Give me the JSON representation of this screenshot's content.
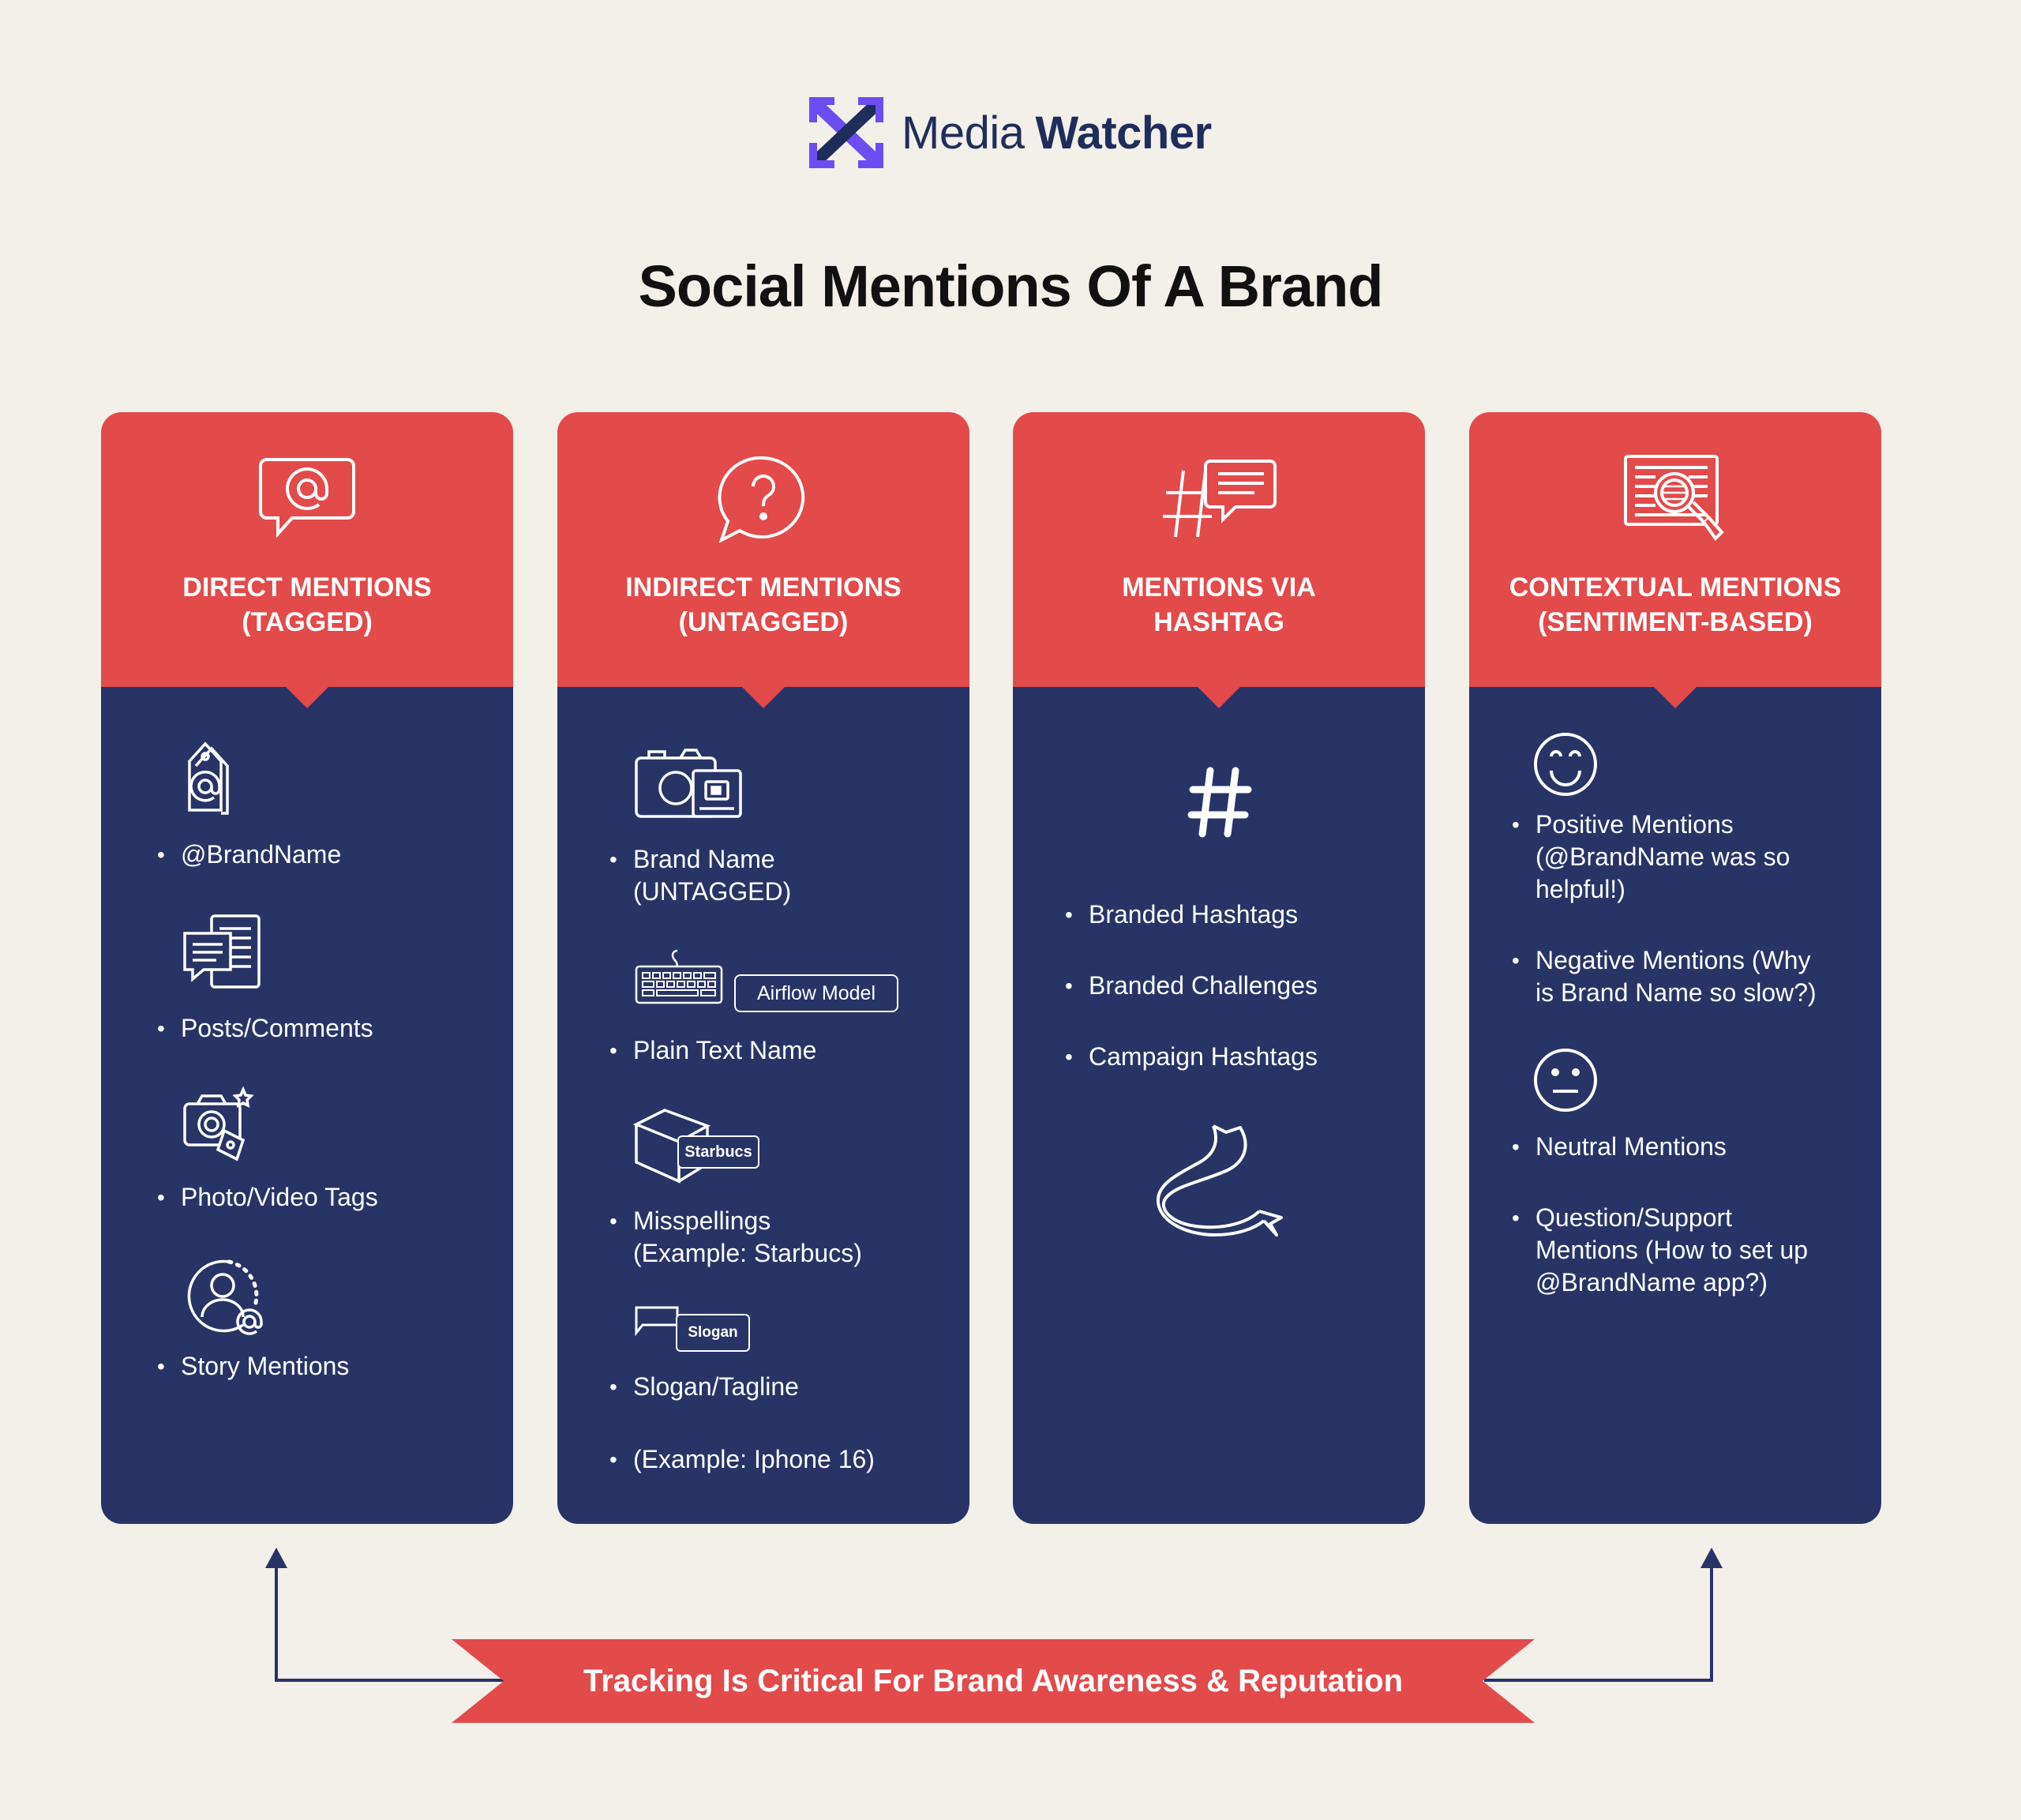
{
  "brand": {
    "name_light": "Media",
    "name_bold": "Watcher",
    "colors": {
      "red": "#e34a4a",
      "navy": "#283466",
      "purple": "#6b4df2"
    }
  },
  "title": "Social Mentions Of A Brand",
  "cards": [
    {
      "title_line1": "DIRECT MENTIONS",
      "title_line2": "(TAGGED)",
      "icon": "at-speech-bubble-icon",
      "items": [
        {
          "lines": [
            "@BrandName"
          ],
          "icon": "at-tag-icon"
        },
        {
          "lines": [
            "Posts/Comments"
          ],
          "icon": "comment-document-icon"
        },
        {
          "lines": [
            "Photo/Video Tags"
          ],
          "icon": "camera-tag-icon"
        },
        {
          "lines": [
            "Story Mentions"
          ],
          "icon": "user-story-at-icon"
        }
      ]
    },
    {
      "title_line1": "INDIRECT MENTIONS",
      "title_line2": "(UNTAGGED)",
      "icon": "question-speech-bubble-icon",
      "items": [
        {
          "lines": [
            "Brand Name",
            "(UNTAGGED)"
          ],
          "icon": "camera-photo-icon"
        },
        {
          "lines": [
            "Plain Text Name"
          ],
          "icon": "keyboard-icon",
          "badge": "Airflow Model"
        },
        {
          "lines": [
            "Misspellings",
            "(Example: Starbucs)"
          ],
          "icon": "box-icon",
          "badge": "Starbucs"
        },
        {
          "lines": [
            "Slogan/Tagline"
          ],
          "icon": "flag-icon",
          "badge": "Slogan"
        },
        {
          "lines": [
            "(Example: Iphone 16)"
          ]
        }
      ]
    },
    {
      "title_line1": "MENTIONS VIA",
      "title_line2": "HASHTAG",
      "icon": "hashtag-chat-icon",
      "items": [
        {
          "lines": [
            "Branded Hashtags"
          ]
        },
        {
          "lines": [
            "Branded Challenges"
          ]
        },
        {
          "lines": [
            "Campaign Hashtags"
          ]
        }
      ],
      "main_icon": "hash-icon",
      "bottom_icon": "ribbon-icon"
    },
    {
      "title_line1": "CONTEXTUAL MENTIONS",
      "title_line2": "(SENTIMENT-BASED)",
      "icon": "document-search-icon",
      "items": [
        {
          "lines": [
            "Positive Mentions",
            "(@BrandName was so",
            "helpful!)"
          ],
          "icon": "smiley-icon"
        },
        {
          "lines": [
            "Negative Mentions (Why",
            "is Brand Name so slow?)"
          ]
        },
        {
          "lines": [
            "Neutral Mentions"
          ],
          "icon": "neutral-face-icon"
        },
        {
          "lines": [
            "Question/Support",
            "Mentions (How to set up",
            "@BrandName app?)"
          ]
        }
      ]
    }
  ],
  "banner": "Tracking Is Critical For Brand Awareness & Reputation"
}
